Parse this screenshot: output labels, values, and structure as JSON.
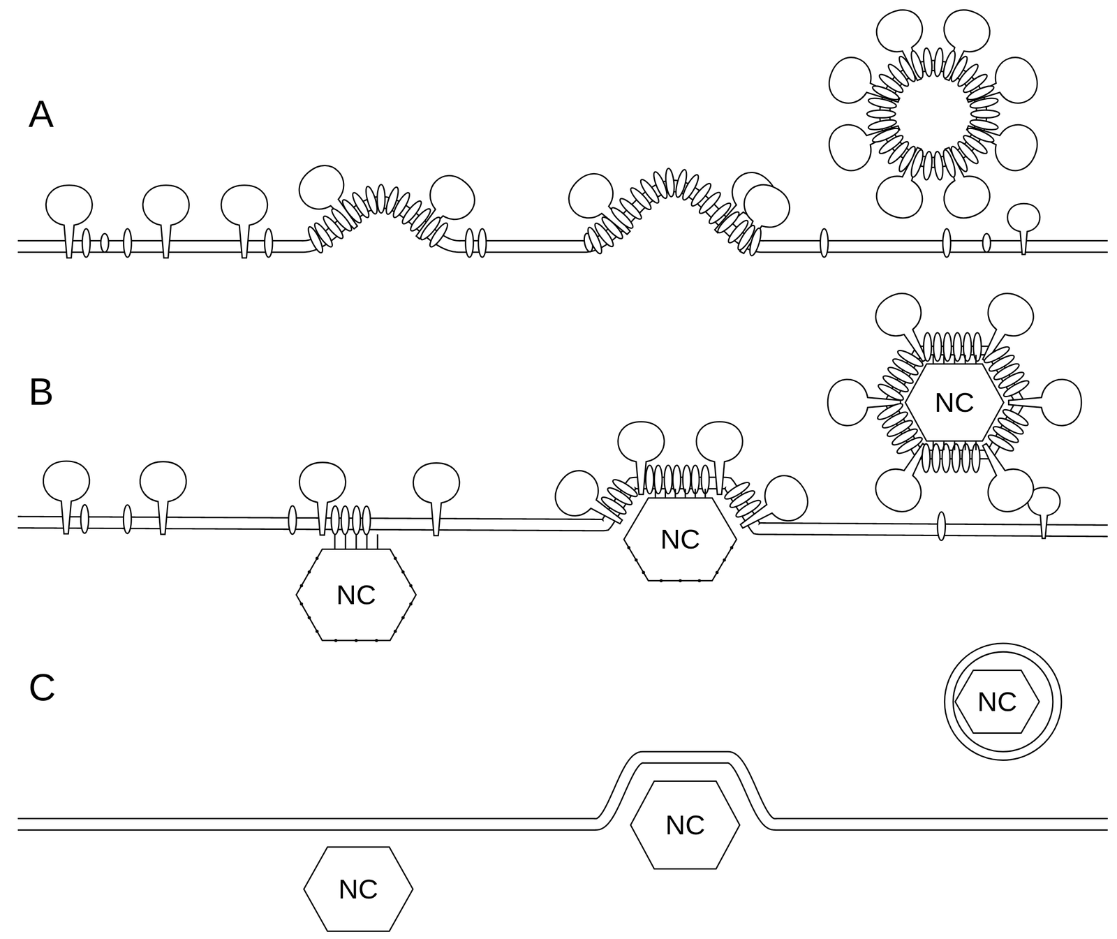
{
  "diagram": {
    "nodes": [
      {
        "text": [
          "NC"
        ]
      },
      {
        "text": [
          "NC"
        ]
      },
      {
        "text": [
          "NC"
        ]
      },
      {
        "text": [
          "NC"
        ]
      },
      {
        "text": [
          "NC"
        ]
      },
      {
        "text": [
          "NC"
        ]
      }
    ],
    "labels": [
      "A",
      "B",
      "C"
    ]
  }
}
